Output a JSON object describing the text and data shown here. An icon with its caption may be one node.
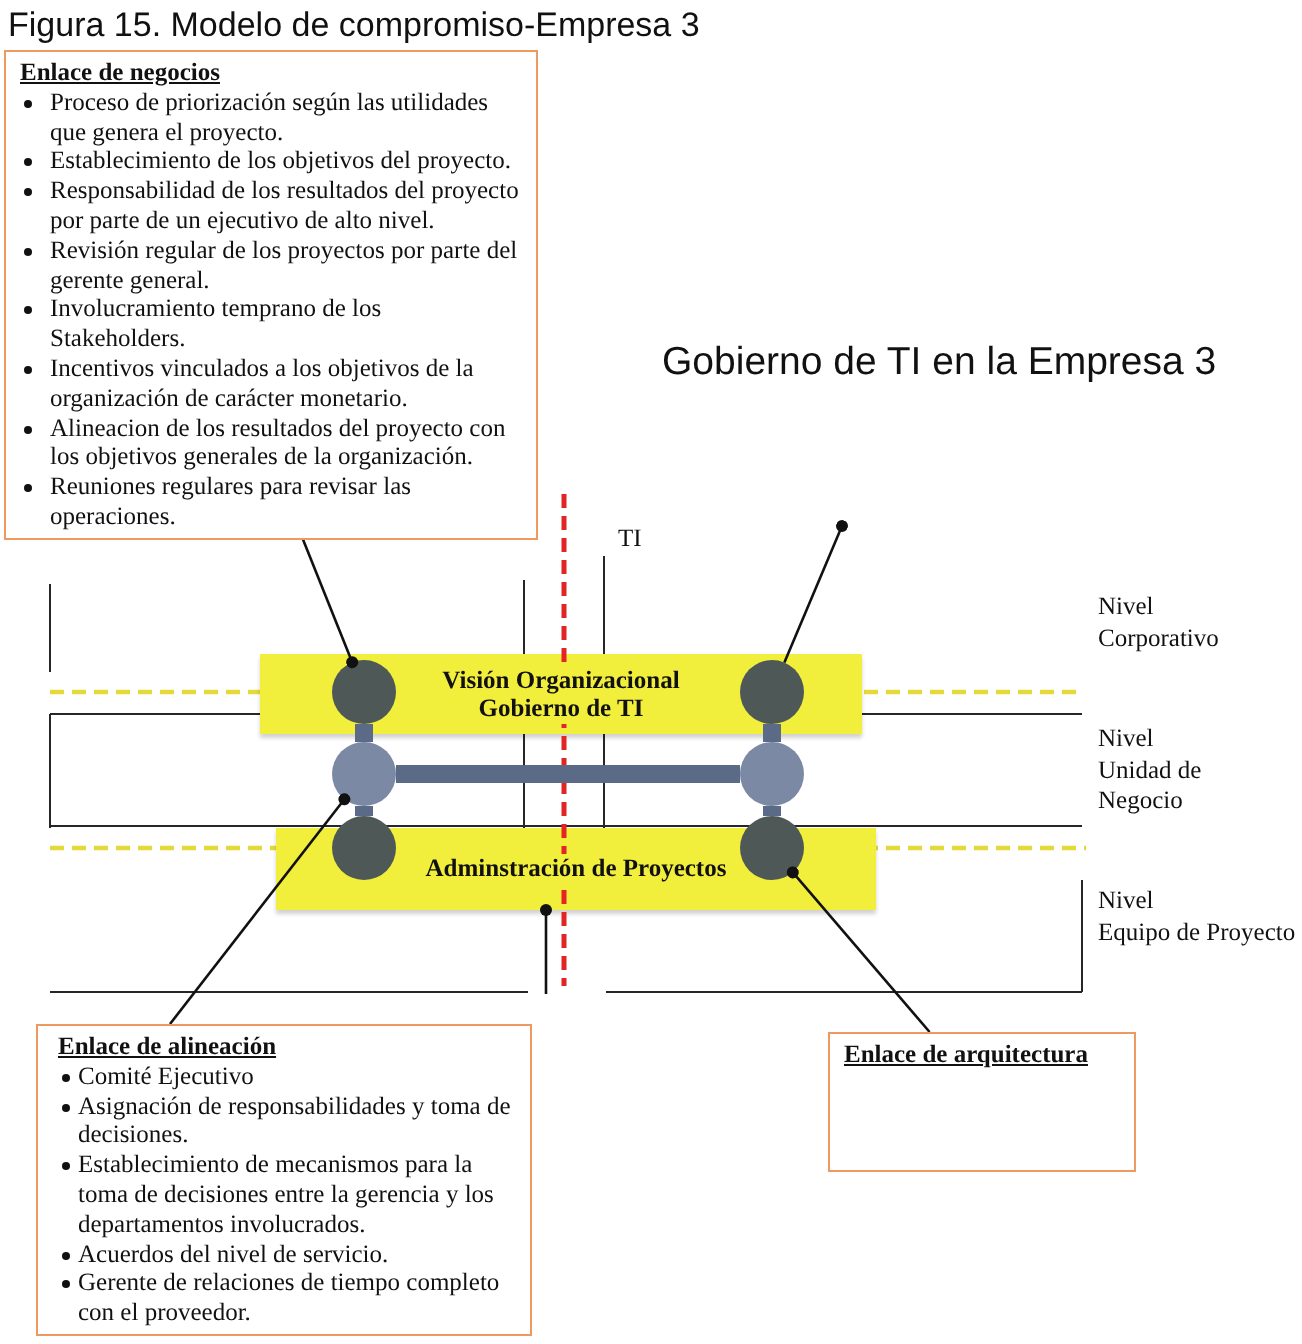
{
  "diagram": {
    "title": "Gobierno de TI en la Empresa 3",
    "caption": "Figura 15. Modelo de compromiso-Empresa 3",
    "nodes": [
      {
        "text": [
          "Enlace de negocios",
          "Proceso de priorización según las utilidades que genera el proyecto.",
          "Establecimiento de los objetivos del proyecto.",
          "Responsabilidad de los resultados del proyecto por parte de un ejecutivo de alto nivel.",
          "Revisión regular de los proyectos por parte del gerente general.",
          "Involucramiento temprano de los Stakeholders.",
          "Incentivos vinculados a los objetivos de la organización de carácter monetario.",
          "Alineacion de los resultados del proyecto con los objetivos generales de la organización.",
          "Reuniones regulares para revisar las operaciones."
        ]
      },
      {
        "text": [
          "Visión Organizacional Gobierno de TI"
        ]
      },
      {
        "text": [],
        "shape": "circle",
        "in": 1
      },
      {
        "text": [],
        "shape": "circle",
        "in": 1
      },
      {
        "text": [],
        "shape": "circle"
      },
      {
        "text": [],
        "shape": "circle"
      },
      {
        "text": [
          "Adminstración de Proyectos"
        ]
      },
      {
        "text": [],
        "shape": "circle"
      },
      {
        "text": [],
        "shape": "circle"
      },
      {
        "text": [
          "Enlace de alineación",
          "Comité Ejecutivo",
          "Asignación de responsabilidades y toma de decisiones.",
          "Establecimiento de mecanismos para la toma de decisiones entre la gerencia y los departamentos involucrados.",
          "Acuerdos del nivel de servicio.",
          "Gerente de relaciones de tiempo completo con el proveedor."
        ]
      },
      {
        "text": [
          "Enlace de arquitectura"
        ]
      }
    ],
    "edges": [
      {
        "from": 0,
        "to": 2,
        "arrow": "other"
      },
      {
        "from": 3,
        "to": null,
        "arrow": "other"
      },
      {
        "from": 2,
        "to": 4,
        "arrow": "none",
        "style": "thick",
        "color": "#5b6a86"
      },
      {
        "from": 3,
        "to": 5,
        "arrow": "none",
        "style": "thick",
        "color": "#5b6a86"
      },
      {
        "from": 4,
        "to": 5,
        "arrow": "none",
        "style": "thick",
        "color": "#5b6a86"
      },
      {
        "from": 4,
        "to": 7,
        "arrow": "none",
        "style": "thick",
        "color": "#5b6a86"
      },
      {
        "from": 5,
        "to": 8,
        "arrow": "none",
        "style": "thick",
        "color": "#5b6a86"
      },
      {
        "from": 9,
        "to": 4,
        "arrow": "other"
      },
      {
        "from": 10,
        "to": 8,
        "arrow": "other"
      },
      {
        "from": null,
        "to": 6,
        "arrow": "other"
      }
    ],
    "labels": [
      "TI",
      "Nivel Corporativo",
      "Nivel Unidad de Negocio",
      "Nivel Equipo de Proyecto"
    ]
  }
}
